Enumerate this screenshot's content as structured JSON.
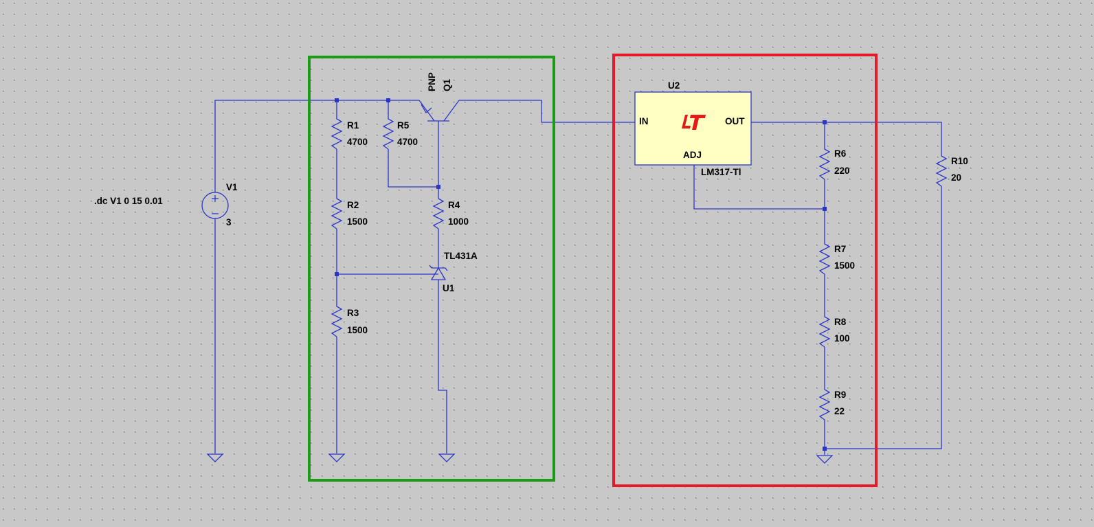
{
  "colors": {
    "background": "#c8c8c8",
    "grid_dot": "#6f6f6f",
    "wire": "#2b35c9",
    "group_box_left": "#1c9b16",
    "group_box_right": "#e21b2a",
    "ic_fill": "#ffffc4",
    "lt_logo": "#e41a1a"
  },
  "directive": ".dc V1 0 15 0.01",
  "source": {
    "name": "V1",
    "value": "3"
  },
  "transistor": {
    "name": "Q1",
    "model": "PNP"
  },
  "shunt_reference": {
    "name": "U1",
    "model": "TL431A"
  },
  "regulator": {
    "name": "U2",
    "model": "LM317-TI",
    "pins": {
      "in": "IN",
      "out": "OUT",
      "adj": "ADJ"
    }
  },
  "resistors": [
    {
      "name": "R1",
      "value": "4700"
    },
    {
      "name": "R5",
      "value": "4700"
    },
    {
      "name": "R2",
      "value": "1500"
    },
    {
      "name": "R4",
      "value": "1000"
    },
    {
      "name": "R3",
      "value": "1500"
    },
    {
      "name": "R6",
      "value": "220"
    },
    {
      "name": "R7",
      "value": "1500"
    },
    {
      "name": "R8",
      "value": "100"
    },
    {
      "name": "R9",
      "value": "22"
    },
    {
      "name": "R10",
      "value": "20"
    }
  ]
}
